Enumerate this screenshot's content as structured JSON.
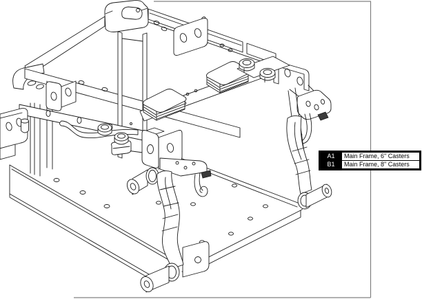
{
  "callout_table": {
    "rows": [
      {
        "id": "A1",
        "description": "Main Frame, 6\" Casters"
      },
      {
        "id": "B1",
        "description": "Main Frame, 8\" Casters"
      }
    ]
  },
  "drawing": {
    "type": "isometric-parts-line-drawing",
    "parts": [
      "main-frame",
      "tie-down-loop-bracket",
      "seat-frame-rails",
      "mounting-brackets",
      "battery-tray",
      "strap-pads",
      "hex-bolts",
      "caster-arm-front",
      "caster-arm-rear",
      "axle-pins",
      "frame-hooks"
    ]
  },
  "colors": {
    "background": "#ffffff",
    "line": "#1a1a1a",
    "sheet_border": "#808080",
    "table_border": "#000000",
    "table_id_bg": "#000000",
    "table_id_text": "#ffffff",
    "table_desc_bg": "#ffffff",
    "table_desc_text": "#000000"
  }
}
